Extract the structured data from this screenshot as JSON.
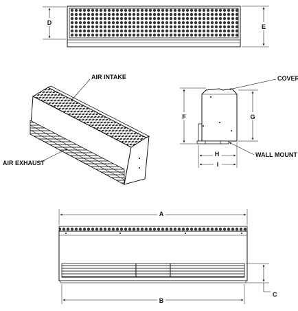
{
  "colors": {
    "ink": "#1a1a1a",
    "grille_dark": "#3a3a3a",
    "panel": "#ffffff"
  },
  "top_view": {
    "dim_depth": "D",
    "dim_height": "E"
  },
  "iso_view": {
    "intake_label": "AIR INTAKE",
    "exhaust_label": "AIR EXHAUST"
  },
  "side_view": {
    "cover_label": "COVER",
    "wall_mount_label": "WALL MOUNT",
    "dim_f": "F",
    "dim_g": "G",
    "dim_h": "H",
    "dim_i": "I"
  },
  "front_view": {
    "dim_a": "A",
    "dim_b": "B",
    "dim_c": "C"
  }
}
